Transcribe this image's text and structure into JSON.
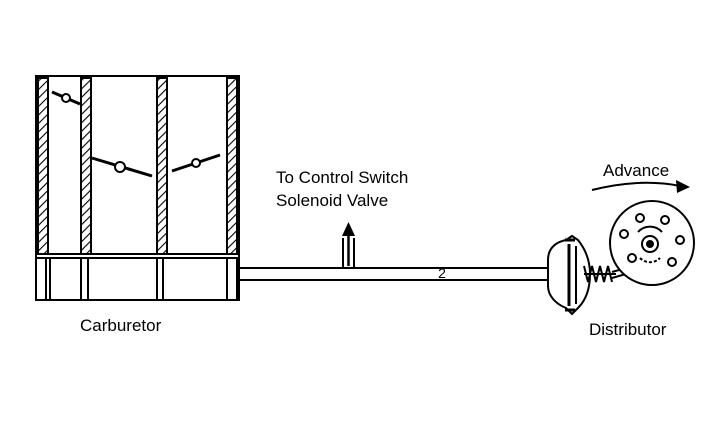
{
  "labels": {
    "carburetor": "Carburetor",
    "control_switch_line1": "To Control Switch",
    "control_switch_line2": "Solenoid Valve",
    "advance": "Advance",
    "distributor": "Distributor",
    "hose_number": "2"
  },
  "colors": {
    "ink": "#000000",
    "paper": "#ffffff"
  },
  "icons": {
    "advance_arrow": "curved-arrow-right-icon",
    "flow_arrow": "arrow-up-icon"
  }
}
